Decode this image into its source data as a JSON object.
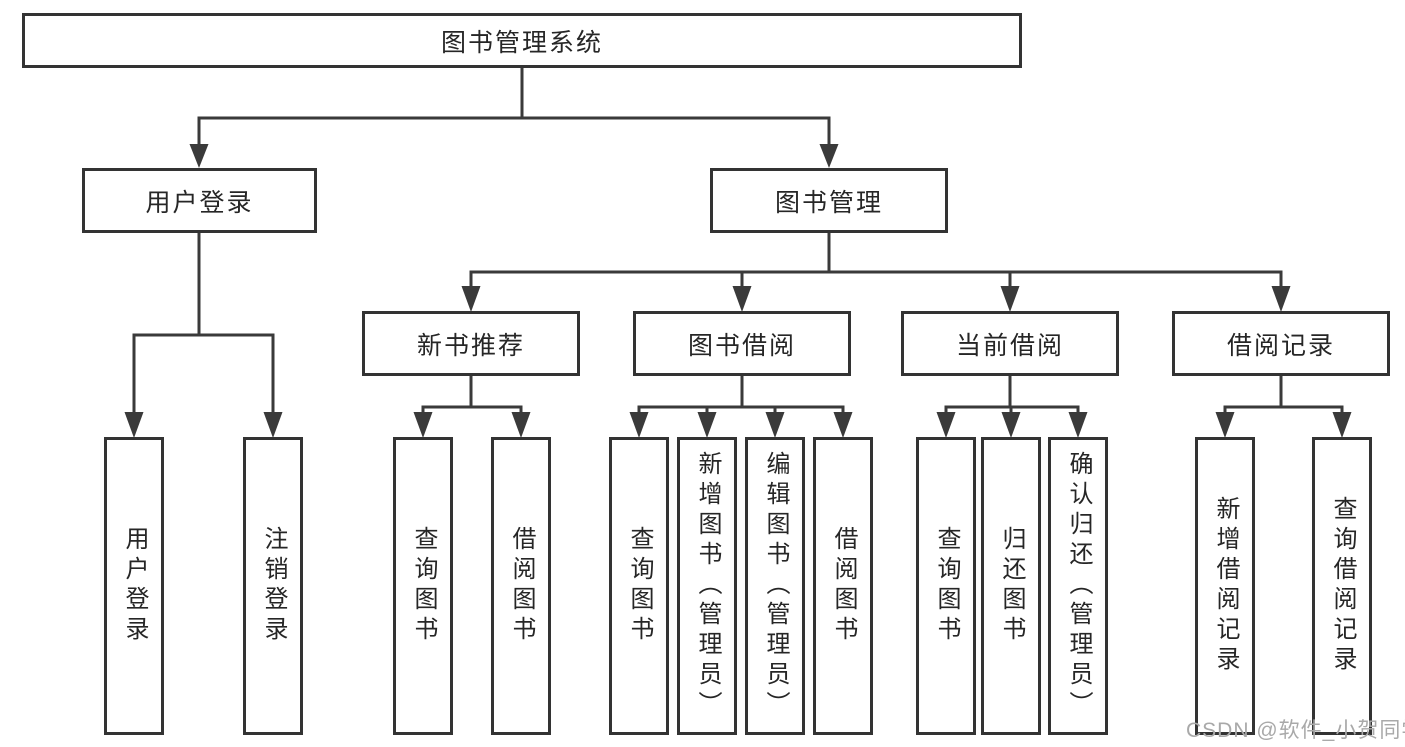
{
  "diagram": {
    "root": "图书管理系统",
    "login": {
      "label": "用户登录",
      "children": [
        "用户登录",
        "注销登录"
      ]
    },
    "management": {
      "label": "图书管理",
      "modules": [
        {
          "label": "新书推荐",
          "children": [
            "查询图书",
            "借阅图书"
          ]
        },
        {
          "label": "图书借阅",
          "children": [
            "查询图书",
            "新增图书（管理员）",
            "编辑图书（管理员）",
            "借阅图书"
          ]
        },
        {
          "label": "当前借阅",
          "children": [
            "查询图书",
            "归还图书",
            "确认归还（管理员）"
          ]
        },
        {
          "label": "借阅记录",
          "children": [
            "新增借阅记录",
            "查询借阅记录"
          ]
        }
      ]
    },
    "colors": {
      "line": "#3a3a3a",
      "border": "#333333",
      "text": "#262626",
      "watermark": "#a9a9a9"
    }
  },
  "watermark": {
    "text": "CSDN @软件_小贺同学"
  }
}
